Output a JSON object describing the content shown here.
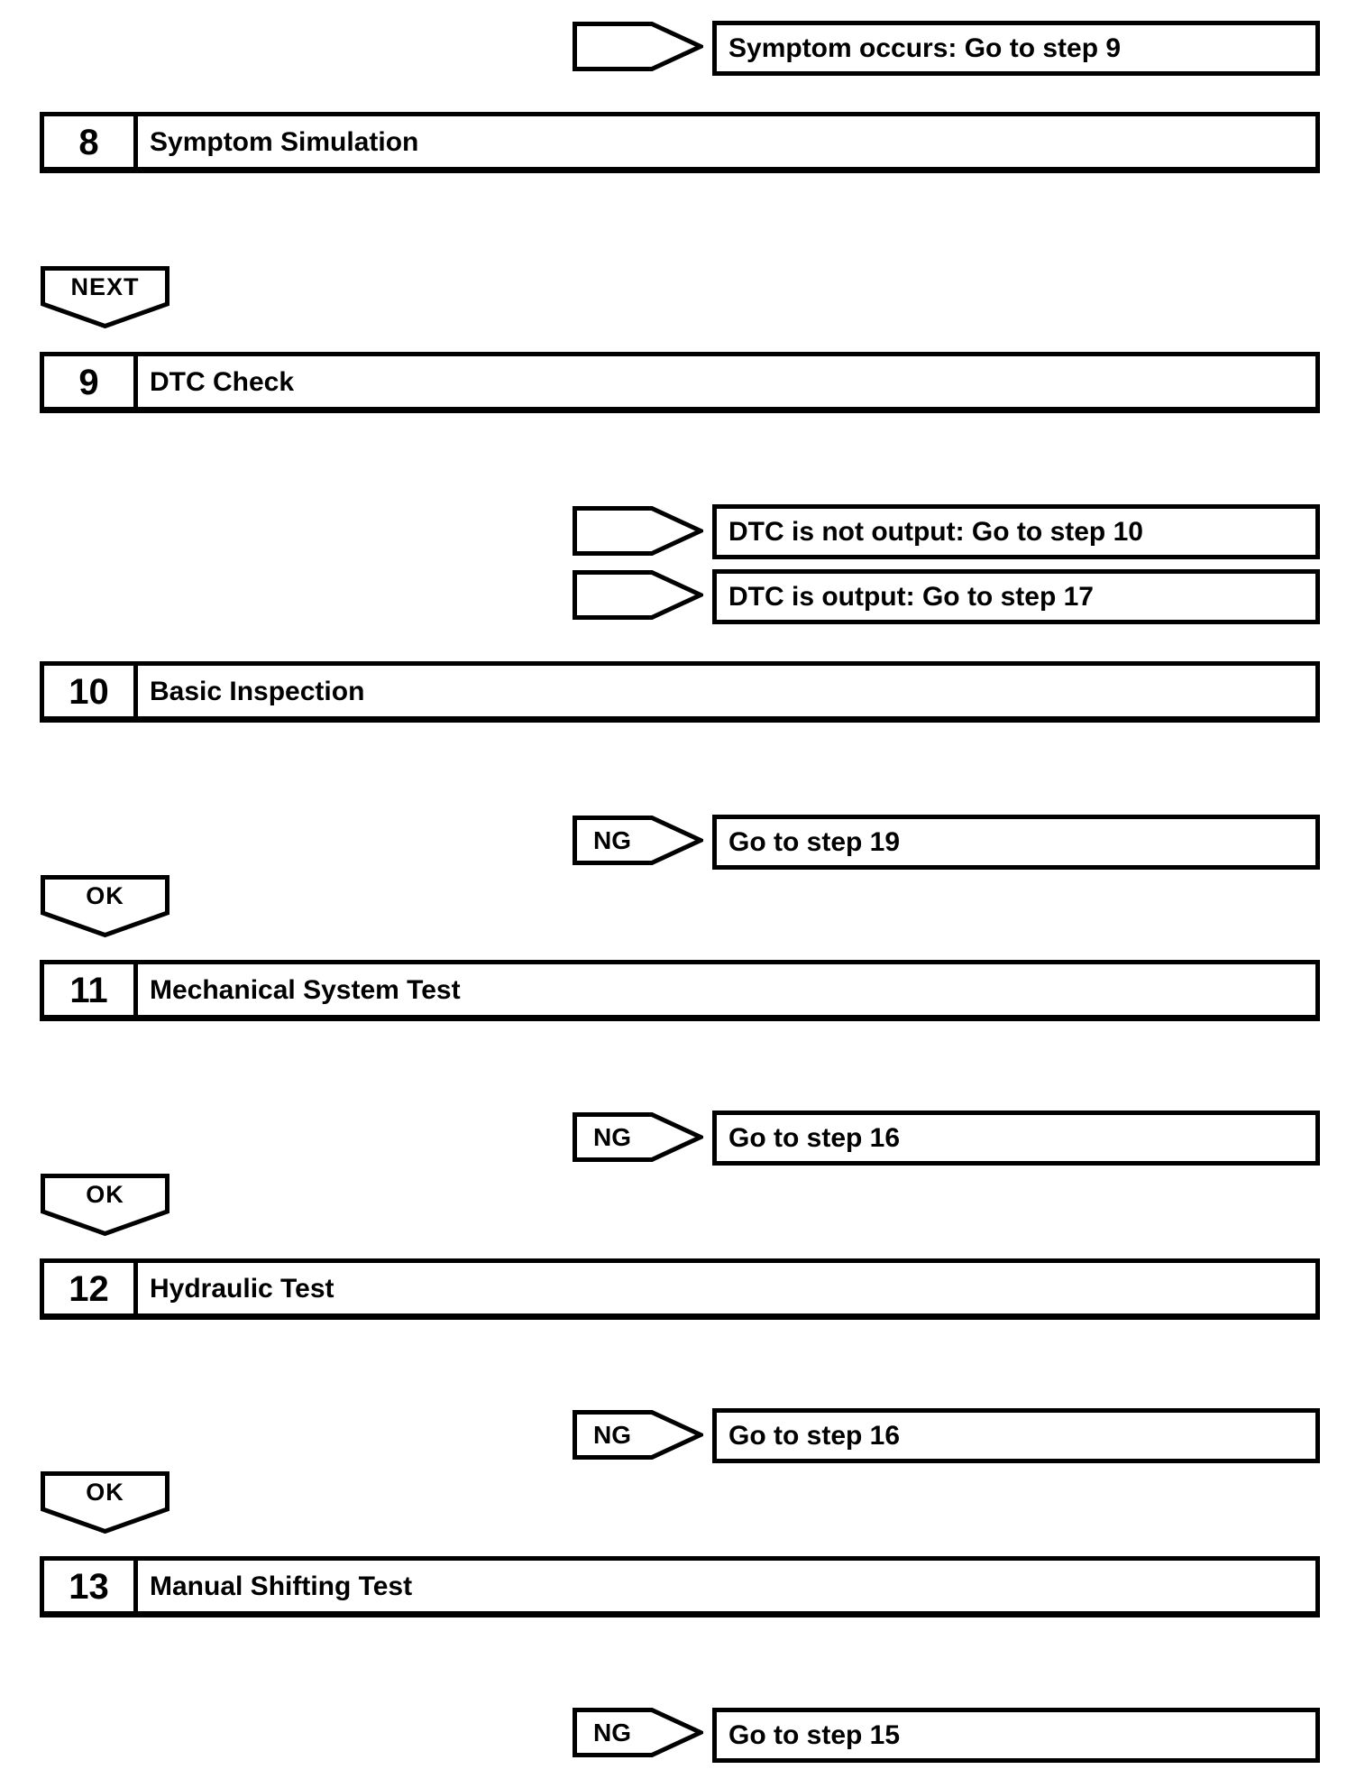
{
  "colors": {
    "ink": "#000000",
    "paper": "#ffffff"
  },
  "flowchart": {
    "steps": [
      {
        "number": "8",
        "title": "Symptom Simulation"
      },
      {
        "number": "9",
        "title": "DTC Check"
      },
      {
        "number": "10",
        "title": "Basic Inspection"
      },
      {
        "number": "11",
        "title": "Mechanical System Test"
      },
      {
        "number": "12",
        "title": "Hydraulic Test"
      },
      {
        "number": "13",
        "title": "Manual Shifting Test"
      }
    ],
    "branches": [
      {
        "arrow_label": "",
        "result": "Symptom occurs: Go to step 9"
      },
      {
        "arrow_label": "",
        "result": "DTC is not output: Go to step 10"
      },
      {
        "arrow_label": "",
        "result": "DTC is output: Go to step 17"
      },
      {
        "arrow_label": "NG",
        "result": "Go to step 19"
      },
      {
        "arrow_label": "NG",
        "result": "Go to step 16"
      },
      {
        "arrow_label": "NG",
        "result": "Go to step 16"
      },
      {
        "arrow_label": "NG",
        "result": "Go to step 15"
      }
    ],
    "flow_labels": [
      {
        "label": "NEXT"
      },
      {
        "label": "OK"
      },
      {
        "label": "OK"
      },
      {
        "label": "OK"
      }
    ]
  }
}
